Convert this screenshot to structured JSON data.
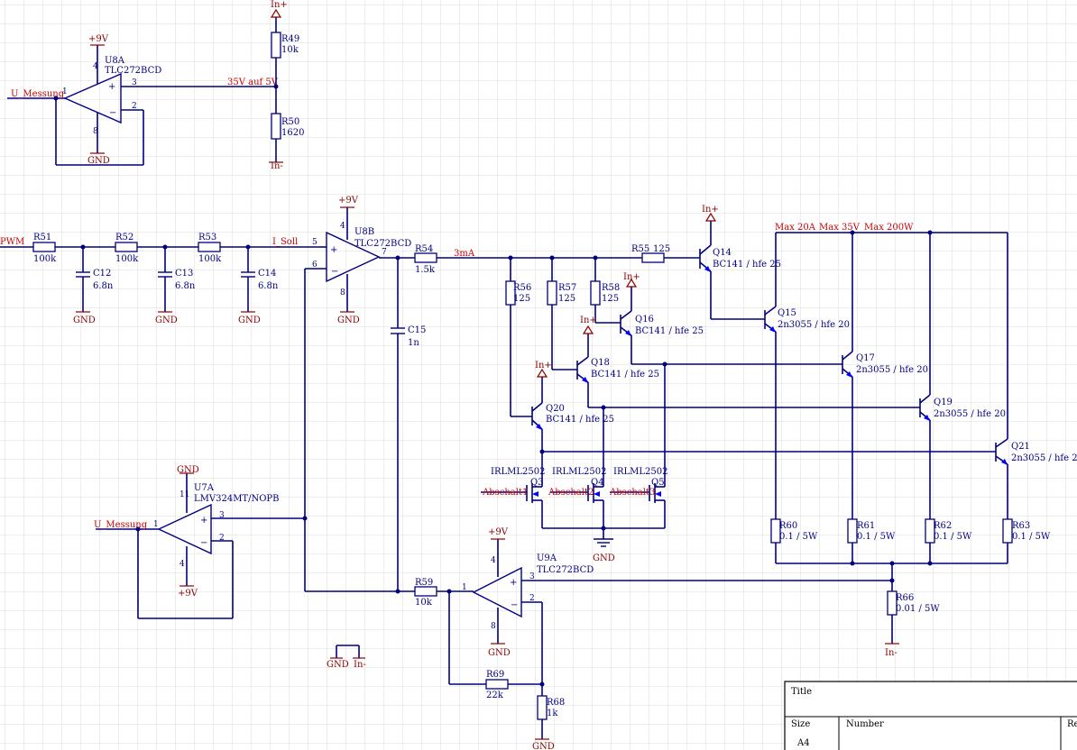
{
  "labels": {
    "u8a_ref": "U8A",
    "u8a_val": "TLC272BCD",
    "u8b_ref": "U8B",
    "u8b_val": "TLC272BCD",
    "u7a_ref": "U7A",
    "u7a_val": "LMV324MT/NOPB",
    "u9a_ref": "U9A",
    "u9a_val": "TLC272BCD",
    "r49": "R49",
    "r49_val": "10k",
    "r50": "R50",
    "r50_val": "1620",
    "r51": "R51",
    "r51_val": "100k",
    "r52": "R52",
    "r52_val": "100k",
    "r53": "R53",
    "r53_val": "100k",
    "r54": "R54",
    "r54_val": "1.5k",
    "r55": "R55",
    "r55_val": "125",
    "r56": "R56",
    "r56_val": "125",
    "r57": "R57",
    "r57_val": "125",
    "r58": "R58",
    "r58_val": "125",
    "r59": "R59",
    "r59_val": "10k",
    "r60": "R60",
    "r60_val": "0.1 / 5W",
    "r61": "R61",
    "r61_val": "0.1 / 5W",
    "r62": "R62",
    "r62_val": "0.1 / 5W",
    "r63": "R63",
    "r63_val": "0.1 / 5W",
    "r66": "R66",
    "r66_val": "0.01 / 5W",
    "r68": "R68",
    "r68_val": "1k",
    "r69": "R69",
    "r69_val": "22k",
    "c12": "C12",
    "c12_val": "6.8n",
    "c13": "C13",
    "c13_val": "6.8n",
    "c14": "C14",
    "c14_val": "6.8n",
    "c15": "C15",
    "c15_val": "1n",
    "q14": "Q14",
    "q14_val": "BC141 / hfe 25",
    "q15": "Q15",
    "q15_val": "2n3055 / hfe 20",
    "q16": "Q16",
    "q16_val": "BC141 / hfe 25",
    "q17": "Q17",
    "q17_val": "2n3055 / hfe 20",
    "q18": "Q18",
    "q18_val": "BC141 / hfe 25",
    "q19": "Q19",
    "q19_val": "2n3055 / hfe 20",
    "q20": "Q20",
    "q20_val": "BC141 / hfe 25",
    "q21": "Q21",
    "q21_val": "2n3055 / hfe 20",
    "q3": "Q3",
    "q4": "Q4",
    "q5": "Q5",
    "q3_val": "IRLML2502",
    "q4_val": "IRLML2502",
    "q5_val": "IRLML2502"
  },
  "power": {
    "in_plus": "In+",
    "in_minus": "In-",
    "plus9v": "+9V",
    "gnd": "GND"
  },
  "nets": {
    "u_messung": "U_Messung",
    "u_messung_2": "U_Messung",
    "div_35v": "35V auf 5V",
    "pwm": "PWM",
    "i_soll": "I_Soll",
    "three_ma": "3mA",
    "max_20a": "Max 20A",
    "max_35v": "Max 35V",
    "max_200w": "Max 200W",
    "abschalt1": "Abschalt1",
    "abschalt2": "Abschalt2",
    "abschalt3": "Abschalt3"
  },
  "pins": {
    "p1": "1",
    "p2": "2",
    "p3": "3",
    "p4": "4",
    "p5": "5",
    "p6": "6",
    "p7": "7",
    "p8": "8",
    "p11": "11"
  },
  "title_block": {
    "title_label": "Title",
    "size_label": "Size",
    "size_value": "A4",
    "number_label": "Number",
    "revision_label": "Re"
  }
}
